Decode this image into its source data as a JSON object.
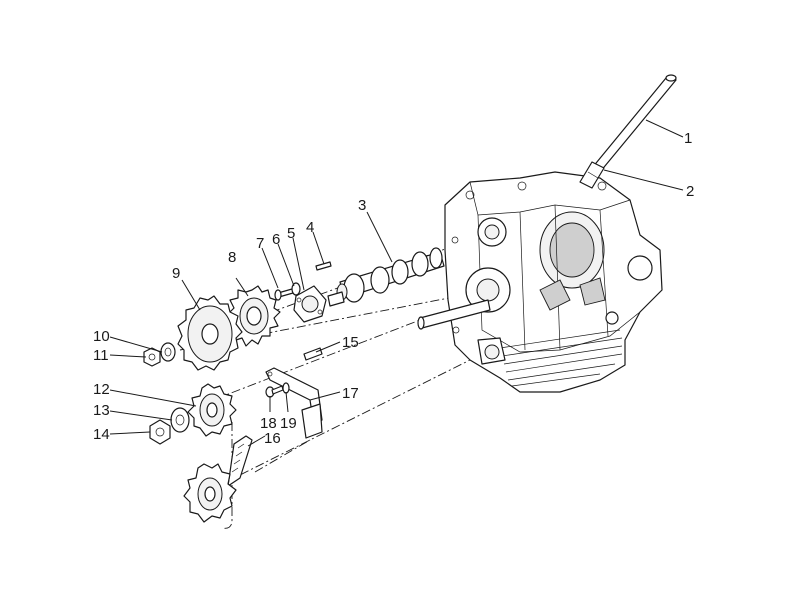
{
  "diagram": {
    "callouts": [
      {
        "id": "1",
        "text": "1"
      },
      {
        "id": "2",
        "text": "2"
      },
      {
        "id": "3",
        "text": "3"
      },
      {
        "id": "4",
        "text": "4"
      },
      {
        "id": "5",
        "text": "5"
      },
      {
        "id": "6",
        "text": "6"
      },
      {
        "id": "7",
        "text": "7"
      },
      {
        "id": "8",
        "text": "8"
      },
      {
        "id": "9",
        "text": "9"
      },
      {
        "id": "10",
        "text": "10"
      },
      {
        "id": "11",
        "text": "11"
      },
      {
        "id": "12",
        "text": "12"
      },
      {
        "id": "13",
        "text": "13"
      },
      {
        "id": "14",
        "text": "14"
      },
      {
        "id": "15",
        "text": "15"
      },
      {
        "id": "16",
        "text": "16"
      },
      {
        "id": "17",
        "text": "17"
      },
      {
        "id": "18",
        "text": "18"
      },
      {
        "id": "19",
        "text": "19"
      }
    ],
    "colors": {
      "ink": "#1a1a1a",
      "background": "#ffffff",
      "shade": "#cfcfcf"
    }
  }
}
